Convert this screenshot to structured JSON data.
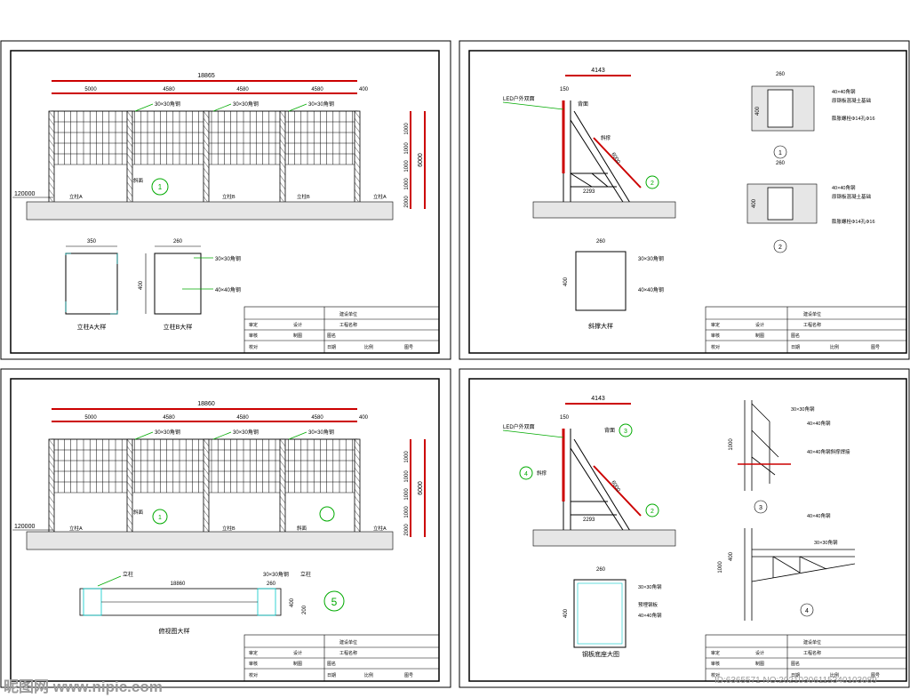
{
  "sheet1": {
    "overall_dim": "18865",
    "bay_dims": [
      "5000",
      "4580",
      "4580",
      "4580"
    ],
    "end_dim": "400",
    "label_a": "30×30角钢",
    "label_b": "30×30角钢",
    "label_c": "30×30角钢",
    "ground_elev": "120000",
    "post_labels": [
      "立柱A",
      "斜面",
      "立柱B",
      "立柱B",
      "立柱A"
    ],
    "vert_dims": [
      "1000",
      "1000",
      "1000",
      "1000",
      "2000"
    ],
    "height_dim": "6000",
    "detail_a_width": "350",
    "detail_b_width": "260",
    "detail_height": "400",
    "detail_note_1": "30×30角钢",
    "detail_note_2": "40×40角钢",
    "caption_a": "立柱A大样",
    "caption_b": "立柱B大样",
    "callout": "1"
  },
  "sheet2": {
    "top_dim": "4143",
    "top_small": "150",
    "led_label": "LED户外双面",
    "face_label": "背面",
    "brace_label": "斜撑",
    "brace_dim": "6000",
    "base_dim": "2293",
    "det_width": "260",
    "det_height": "400",
    "det_notes": [
      "40×40角钢",
      "原钢板混凝土基础",
      "膨胀螺栓Φ14孔Φ16"
    ],
    "circles": [
      "1",
      "2"
    ],
    "section_width": "260",
    "section_height": "400",
    "section_notes": [
      "30×30角钢",
      "40×40角钢"
    ],
    "section_caption": "斜撑大样",
    "callout": "2"
  },
  "sheet3": {
    "overall_dim": "18860",
    "bay_dims": [
      "5000",
      "4580",
      "4580",
      "4580"
    ],
    "end_dim": "400",
    "label_a": "30×30角钢",
    "label_b": "30×30角钢",
    "label_c": "30×30角钢",
    "ground_elev": "120000",
    "post_labels": [
      "立柱A",
      "斜面",
      "立柱B",
      "斜面",
      "立柱A"
    ],
    "vert_dims": [
      "1000",
      "1000",
      "1000",
      "1000",
      "2000"
    ],
    "height_dim": "6000",
    "plan_label_post": "立柱",
    "plan_label_steel": "30×30角钢",
    "plan_label_post2": "立柱",
    "plan_dim": "18860",
    "plan_w": "260",
    "plan_h": "400",
    "plan_h2": "200",
    "plan_caption": "俯视图大样",
    "circle_5": "5",
    "callout": "1"
  },
  "sheet4": {
    "top_dim": "4143",
    "top_small": "150",
    "led_label": "LED户外双面",
    "face_label": "背面",
    "brace_label": "斜撑",
    "brace_dim": "6000",
    "base_dim": "2293",
    "callout_3": "3",
    "callout_4": "4",
    "callout_2": "2",
    "plate_w": "260",
    "plate_h": "400",
    "plate_notes": [
      "30×30角钢",
      "预埋钢板",
      "40×40角钢"
    ],
    "plate_caption": "钢板底座大图",
    "n3_notes": [
      "30×30角钢",
      "40×40角钢",
      "40×40角钢斜撑焊接"
    ],
    "n3_dim": "1000",
    "n3_circle": "3",
    "n4_notes": [
      "40×40角钢",
      "30×30角钢"
    ],
    "n4_dims": [
      "1000",
      "400"
    ],
    "n4_circle": "4"
  },
  "title_block": {
    "row1": [
      "审定",
      "设计"
    ],
    "row2": [
      "审核",
      "制图"
    ],
    "row3": [
      "校对"
    ],
    "right1": "建设单位",
    "right2": "工程名称",
    "right3": "图名",
    "right4": [
      "日期",
      "比例",
      "图号"
    ]
  },
  "watermark_left": "昵图网 www.nipic.com",
  "watermark_right": "ID:6365571 NO:20210306115340103089",
  "colors": {
    "dim": "#cc0000",
    "leader": "#00aa00",
    "steel": "#000000",
    "ground": "#d9d9d9",
    "highlight": "#00c8c8"
  }
}
